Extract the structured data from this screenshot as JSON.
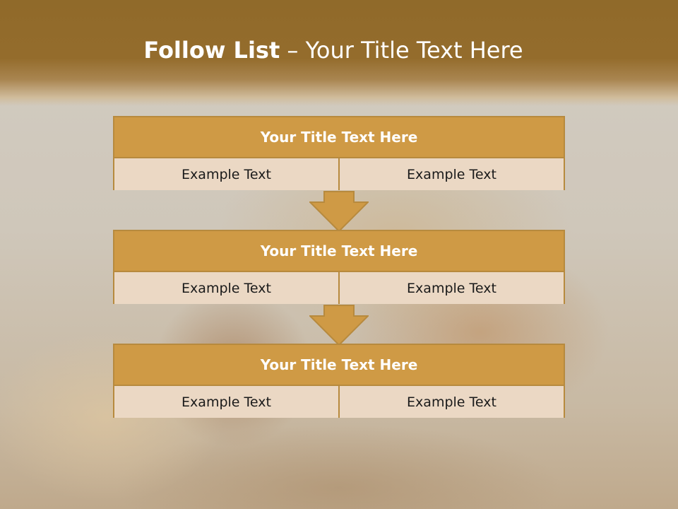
{
  "slide": {
    "title_bold": "Follow List",
    "title_separator": " – ",
    "title_rest": "Your Title Text Here"
  },
  "steps": [
    {
      "title": "Your Title Text Here",
      "left": "Example Text",
      "right": "Example Text"
    },
    {
      "title": "Your Title Text Here",
      "left": "Example Text",
      "right": "Example Text"
    },
    {
      "title": "Your Title Text Here",
      "left": "Example Text",
      "right": "Example Text"
    }
  ],
  "colors": {
    "header_band": "#946c2c",
    "box_header": "#cf9a45",
    "box_body": "#ebd8c4",
    "border": "#b78a3e",
    "arrow_fill": "#cf9a45"
  }
}
